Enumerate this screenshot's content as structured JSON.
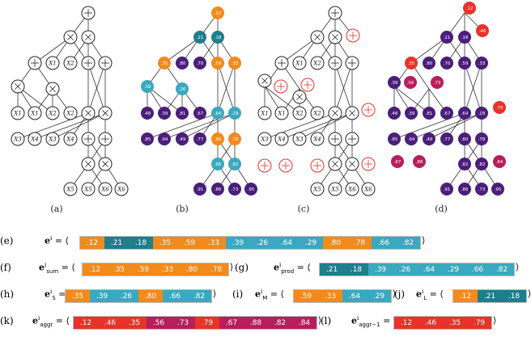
{
  "panels": [
    "(a)",
    "(b)",
    "(c)",
    "(d)"
  ],
  "leaf_labels_top": [
    "X1",
    "X2",
    "X3",
    "X4"
  ],
  "leaf_labels_mid": [
    "X1",
    "X2",
    "X1",
    "X2",
    "X3",
    "X4",
    "X3",
    "X4"
  ],
  "leaf_labels_bottom": [
    "X5",
    "X5",
    "X6",
    "X6"
  ],
  "values_b": {
    "root": ".12",
    "l1": [
      ".21",
      ".18"
    ],
    "l2": [
      ".35",
      ".80",
      ".70",
      ".59",
      ".33"
    ],
    "l3": [
      ".39",
      ".26"
    ],
    "l4": [
      ".48",
      ".39",
      ".81",
      ".67",
      ".64",
      ".29"
    ],
    "l5": [
      ".85",
      ".94",
      ".49",
      ".77",
      ".80",
      ".78"
    ],
    "l6": [
      ".66",
      ".82"
    ],
    "l7": [
      ".91",
      ".86",
      ".73",
      ".95"
    ]
  },
  "values_d": {
    "root": ".12",
    "l1": [
      ".21",
      ".18",
      ".46"
    ],
    "l2": [
      ".35",
      ".80",
      ".70",
      ".59",
      ".33"
    ],
    "l3": [
      ".39",
      ".56",
      ".73"
    ],
    "l4": [
      ".48",
      ".39",
      ".81",
      ".67",
      ".64",
      ".29",
      ".79"
    ],
    "l5": [
      ".85",
      ".94",
      ".49",
      ".77",
      ".80",
      ".78"
    ],
    "l6": [
      ".67",
      ".88",
      ".82",
      ".84"
    ],
    "l7": [
      ".91",
      ".86",
      ".73",
      ".95"
    ]
  },
  "colors": {
    "orange": "#f28a1c",
    "teal": "#1e7e8c",
    "cyan": "#3aa9bf",
    "purple": "#4a1e7a",
    "red": "#e8322a",
    "magenta": "#b81e5a",
    "gray": "#7b7b7b"
  },
  "rows": [
    {
      "tag": "(e)",
      "label": "e",
      "sup": "i",
      "sub": "",
      "cells": [
        {
          "v": ".12",
          "c": "orange"
        },
        {
          "v": ".21",
          "c": "teal"
        },
        {
          "v": ".18",
          "c": "teal"
        },
        {
          "v": ".35",
          "c": "orange"
        },
        {
          "v": ".59",
          "c": "orange"
        },
        {
          "v": ".33",
          "c": "orange"
        },
        {
          "v": ".39",
          "c": "cyan"
        },
        {
          "v": ".26",
          "c": "cyan"
        },
        {
          "v": ".64",
          "c": "cyan"
        },
        {
          "v": ".29",
          "c": "cyan"
        },
        {
          "v": ".80",
          "c": "orange"
        },
        {
          "v": ".78",
          "c": "orange"
        },
        {
          "v": ".66",
          "c": "cyan"
        },
        {
          "v": ".82",
          "c": "cyan"
        }
      ]
    },
    {
      "tag": "(f)",
      "label": "e",
      "sup": "i",
      "sub": "sum",
      "cells": [
        {
          "v": ".12",
          "c": "orange"
        },
        {
          "v": ".35",
          "c": "orange"
        },
        {
          "v": ".59",
          "c": "orange"
        },
        {
          "v": ".33",
          "c": "orange"
        },
        {
          "v": ".80",
          "c": "orange"
        },
        {
          "v": ".78",
          "c": "orange"
        }
      ]
    },
    {
      "tag": "(g)",
      "label": "e",
      "sup": "i",
      "sub": "prod",
      "cells": [
        {
          "v": ".21",
          "c": "teal"
        },
        {
          "v": ".18",
          "c": "teal"
        },
        {
          "v": ".39",
          "c": "cyan"
        },
        {
          "v": ".26",
          "c": "cyan"
        },
        {
          "v": ".64",
          "c": "cyan"
        },
        {
          "v": ".29",
          "c": "cyan"
        },
        {
          "v": ".66",
          "c": "cyan"
        },
        {
          "v": ".82",
          "c": "cyan"
        }
      ]
    },
    {
      "tag": "(h)",
      "label": "e",
      "sup": "i",
      "sub": "S",
      "cells": [
        {
          "v": ".35",
          "c": "orange"
        },
        {
          "v": ".39",
          "c": "cyan"
        },
        {
          "v": ".26",
          "c": "cyan"
        },
        {
          "v": ".80",
          "c": "orange"
        },
        {
          "v": ".66",
          "c": "cyan"
        },
        {
          "v": ".82",
          "c": "cyan"
        }
      ]
    },
    {
      "tag": "(i)",
      "label": "e",
      "sup": "i",
      "sub": "M",
      "cells": [
        {
          "v": ".59",
          "c": "orange"
        },
        {
          "v": ".33",
          "c": "orange"
        },
        {
          "v": ".64",
          "c": "cyan"
        },
        {
          "v": ".29",
          "c": "cyan"
        }
      ]
    },
    {
      "tag": "(j)",
      "label": "e",
      "sup": "i",
      "sub": "L",
      "cells": [
        {
          "v": ".12",
          "c": "orange"
        },
        {
          "v": ".21",
          "c": "teal"
        },
        {
          "v": ".18",
          "c": "teal"
        }
      ]
    },
    {
      "tag": "(k)",
      "label": "e",
      "sup": "i",
      "sub": "aggr",
      "cells": [
        {
          "v": ".12",
          "c": "red"
        },
        {
          "v": ".46",
          "c": "red"
        },
        {
          "v": ".35",
          "c": "red"
        },
        {
          "v": ".56",
          "c": "magenta"
        },
        {
          "v": ".73",
          "c": "magenta"
        },
        {
          "v": ".79",
          "c": "red"
        },
        {
          "v": ".67",
          "c": "magenta"
        },
        {
          "v": ".88",
          "c": "magenta"
        },
        {
          "v": ".82",
          "c": "magenta"
        },
        {
          "v": ".84",
          "c": "magenta"
        }
      ]
    },
    {
      "tag": "(l)",
      "label": "e",
      "sup": "i",
      "sub": "aggr−1",
      "cells": [
        {
          "v": ".12",
          "c": "red"
        },
        {
          "v": ".46",
          "c": "red"
        },
        {
          "v": ".35",
          "c": "red"
        },
        {
          "v": ".79",
          "c": "red"
        }
      ]
    }
  ]
}
